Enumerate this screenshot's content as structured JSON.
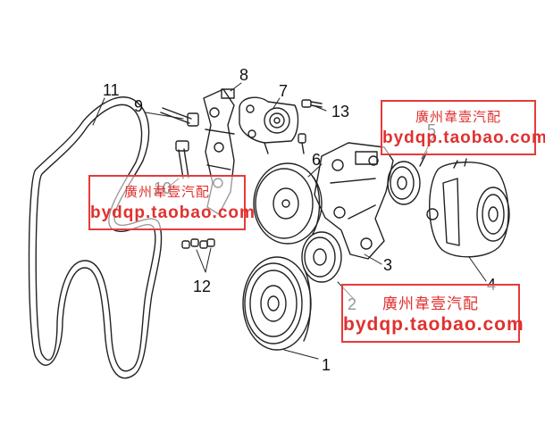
{
  "callouts": {
    "c1": "1",
    "c2": "2",
    "c3": "3",
    "c4": "4",
    "c5": "5",
    "c6": "6",
    "c7": "7",
    "c8": "8",
    "c9": "9",
    "c10": "10",
    "c11": "11",
    "c12": "12",
    "c13": "13"
  },
  "watermark": {
    "chinese": "廣州韋壹汽配",
    "url_a": "bydqp.taobao.com",
    "url_b": "bydqp.taobao.com",
    "url_c": "bydqp.taobao.com",
    "color": "#e0312f"
  }
}
